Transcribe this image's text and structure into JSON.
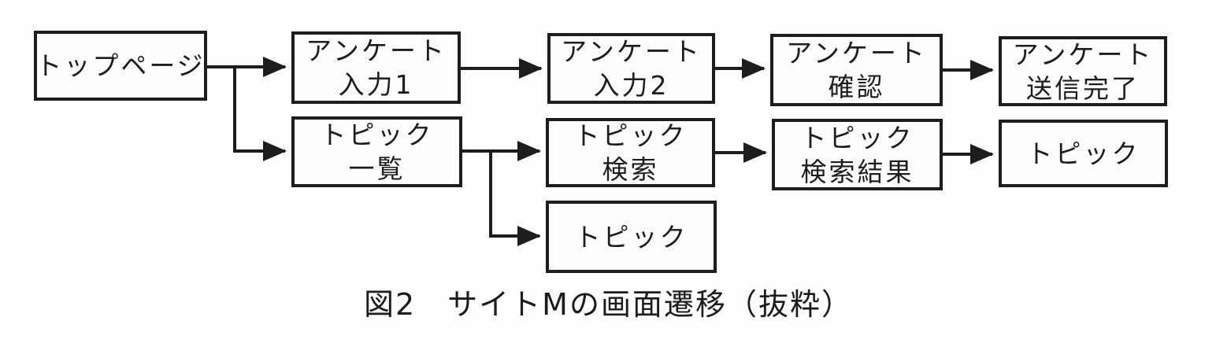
{
  "figure_caption": "図2　サイトMの画面遷移（抜粋）",
  "colors": {
    "ink": "#1d1d1d",
    "background": "#fefefe"
  },
  "nodes": [
    {
      "id": "top-page",
      "line1": "トップページ",
      "line2": ""
    },
    {
      "id": "survey-input-1",
      "line1": "アンケート",
      "line2": "入力1"
    },
    {
      "id": "survey-input-2",
      "line1": "アンケート",
      "line2": "入力2"
    },
    {
      "id": "survey-confirm",
      "line1": "アンケート",
      "line2": "確認"
    },
    {
      "id": "survey-send-complete",
      "line1": "アンケート",
      "line2": "送信完了"
    },
    {
      "id": "topic-list",
      "line1": "トピック",
      "line2": "一覧"
    },
    {
      "id": "topic-search",
      "line1": "トピック",
      "line2": "検索"
    },
    {
      "id": "topic-search-results",
      "line1": "トピック",
      "line2": "検索結果"
    },
    {
      "id": "topic-from-results",
      "line1": "トピック",
      "line2": ""
    },
    {
      "id": "topic-from-list",
      "line1": "トピック",
      "line2": ""
    }
  ],
  "edges": [
    {
      "from": "top-page",
      "to": "survey-input-1"
    },
    {
      "from": "top-page",
      "to": "topic-list"
    },
    {
      "from": "survey-input-1",
      "to": "survey-input-2"
    },
    {
      "from": "survey-input-2",
      "to": "survey-confirm"
    },
    {
      "from": "survey-confirm",
      "to": "survey-send-complete"
    },
    {
      "from": "topic-list",
      "to": "topic-search"
    },
    {
      "from": "topic-list",
      "to": "topic-from-list"
    },
    {
      "from": "topic-search",
      "to": "topic-search-results"
    },
    {
      "from": "topic-search-results",
      "to": "topic-from-results"
    }
  ]
}
